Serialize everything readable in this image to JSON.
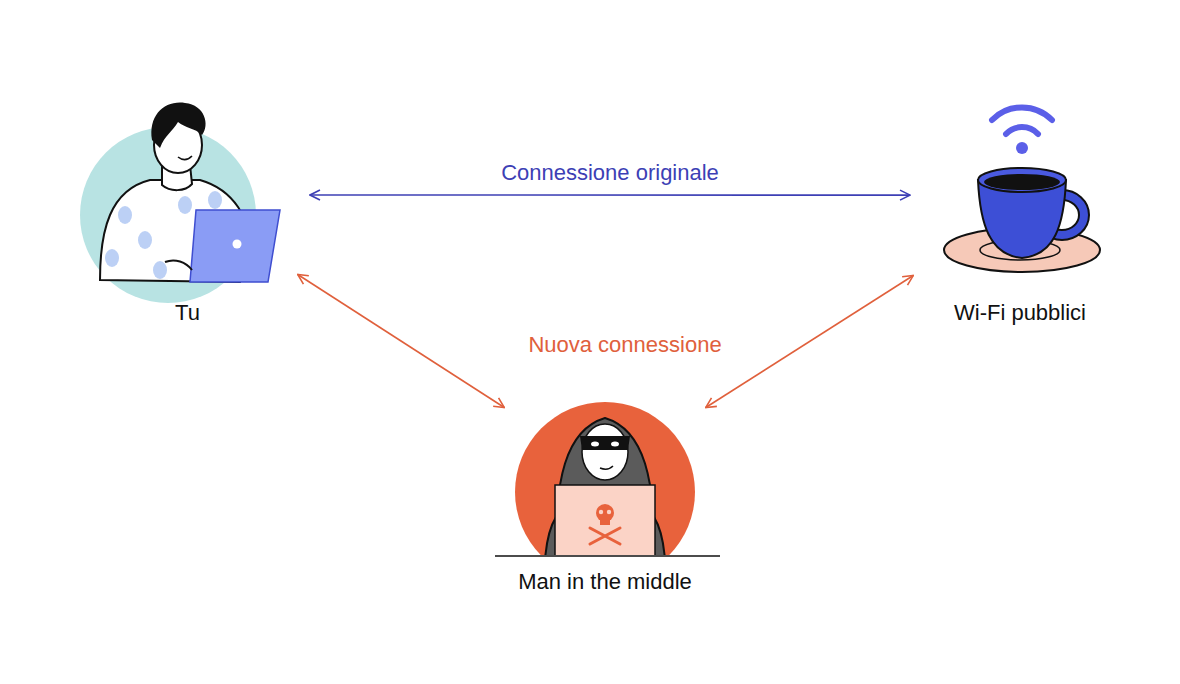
{
  "diagram": {
    "nodes": [
      {
        "text": [
          "Tu"
        ]
      },
      {
        "text": [
          "Wi-Fi pubblici"
        ]
      },
      {
        "text": [
          "Man in the middle"
        ]
      }
    ],
    "edges": [
      {
        "from": 0,
        "to": 1,
        "arrow": "both",
        "label": "Connessione originale"
      },
      {
        "from": 0,
        "to": 2,
        "arrow": "both"
      },
      {
        "from": 2,
        "to": 1,
        "arrow": "both"
      }
    ],
    "labels": [
      "Nuova connessione"
    ]
  }
}
